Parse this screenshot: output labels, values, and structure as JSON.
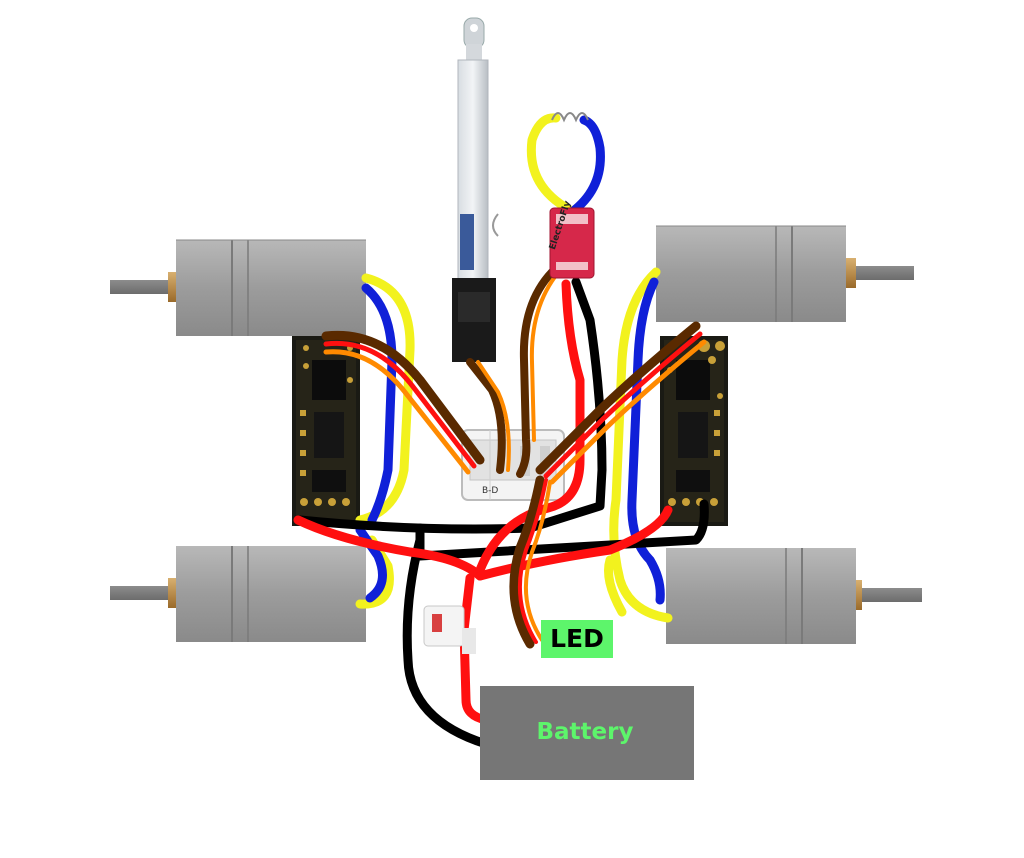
{
  "labels": {
    "led": "LED",
    "battery": "Battery",
    "receiver_ports": "B-D",
    "esc_brand": "ElectroFly"
  },
  "colors": {
    "wire_yellow": "#f2f21e",
    "wire_blue": "#1020d8",
    "wire_red": "#ff1010",
    "wire_black": "#000000",
    "servo_brown": "#5a2a00",
    "servo_orange": "#ff8a00",
    "motor_gray": "#a0a0a0",
    "battery_gray": "#767676",
    "led_green": "#5df56b",
    "esc_red": "#d6284a"
  },
  "components": {
    "motors": [
      "top-left",
      "top-right",
      "bottom-left",
      "bottom-right"
    ],
    "motor_controllers": [
      "left",
      "right"
    ],
    "actuator": "linear-actuator",
    "esc": "electronic-speed-controller",
    "receiver": "rc-receiver",
    "switch": "power-switch",
    "battery": "battery"
  }
}
